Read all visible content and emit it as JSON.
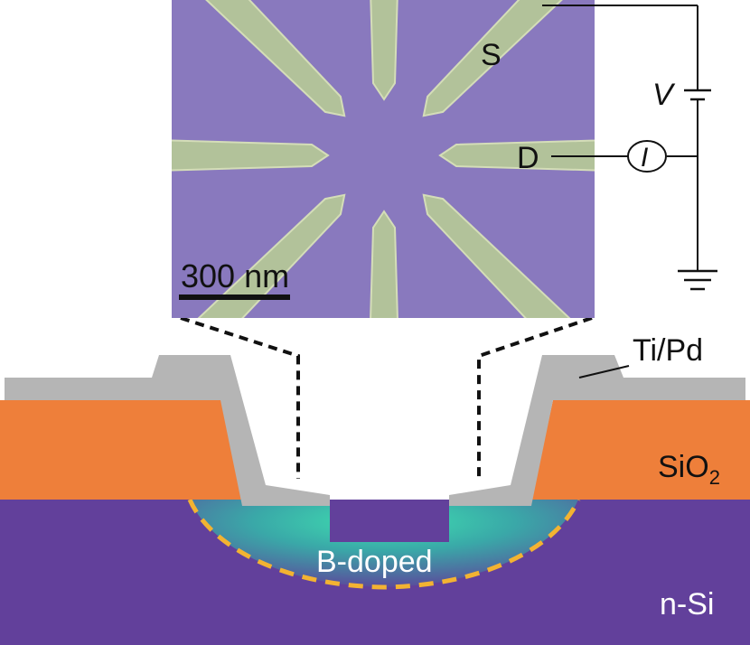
{
  "labels": {
    "source": "S",
    "drain": "D",
    "voltage": "V",
    "current": "I",
    "scale_bar": "300 nm",
    "metal": "Ti/Pd",
    "oxide_base": "SiO",
    "oxide_sub": "2",
    "doped_region": "B-doped",
    "substrate": "n-Si"
  },
  "colors": {
    "sem_background": "#8979be",
    "electrode": "#b2c29a",
    "metal": "#b5b5b5",
    "oxide": "#ee7f3a",
    "substrate": "#62409b",
    "doped_center": "#38d8aa",
    "doped_edge_dash": "#f3b332"
  }
}
